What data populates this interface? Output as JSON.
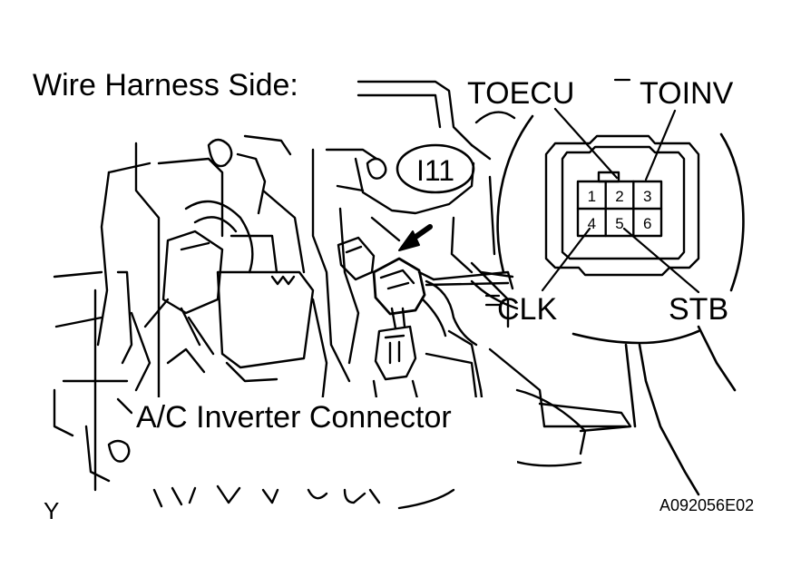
{
  "labels": {
    "side_title": "Wire Harness Side:",
    "connector_code": "I11",
    "to_ecu": "TOECU",
    "to_inv": "TOINV",
    "clk": "CLK",
    "stb": "STB",
    "connector_name": "A/C Inverter Connector",
    "corner_mark": "Y",
    "figure_id": "A092056E02"
  },
  "pins": [
    "1",
    "2",
    "3",
    "4",
    "5",
    "6"
  ],
  "colors": {
    "ink": "#000000",
    "paper": "#ffffff"
  }
}
